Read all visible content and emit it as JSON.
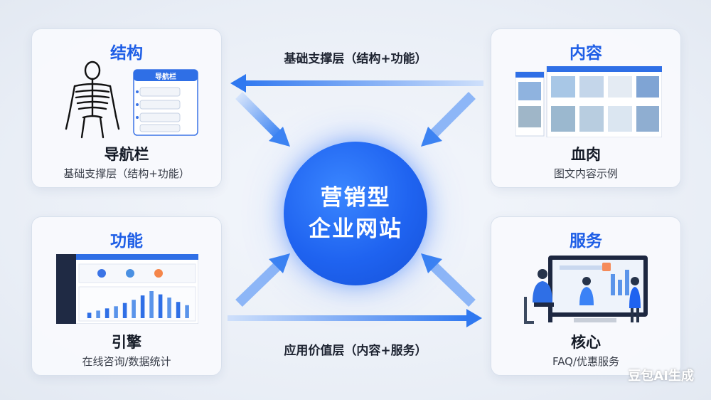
{
  "center": {
    "line1": "营销型",
    "line2": "企业网站"
  },
  "top_layer": "基础支撑层（结构+功能）",
  "bottom_layer": "应用价值层（内容+服务）",
  "cards": {
    "structure": {
      "title": "结构",
      "heading": "导航栏",
      "subtitle": "基础支撑层（结构+功能）",
      "nav_title": "导航栏"
    },
    "content": {
      "title": "内容",
      "heading": "血肉",
      "subtitle": "图文内容示例"
    },
    "function": {
      "title": "功能",
      "heading": "引擎",
      "subtitle": "在线咨询/数据统计"
    },
    "service": {
      "title": "服务",
      "heading": "核心",
      "subtitle": "FAQ/优惠服务"
    }
  },
  "dashboard_bars": [
    10,
    14,
    18,
    22,
    28,
    34,
    42,
    50,
    44,
    38,
    30,
    24
  ],
  "colors": {
    "accent": "#1e5ee6",
    "arrow": "#3b82f6"
  },
  "watermark": "豆包AI生成"
}
